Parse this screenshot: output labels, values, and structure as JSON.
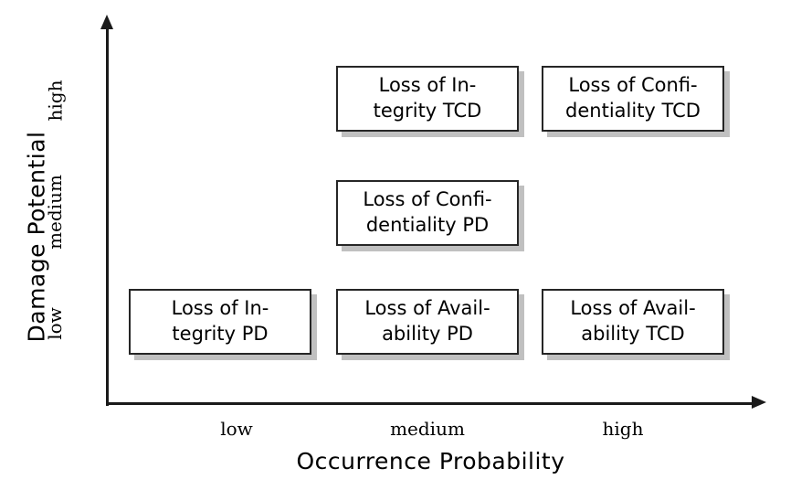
{
  "chart_data": {
    "type": "table",
    "title": "",
    "xlabel": "Occurrence Probability",
    "ylabel": "Damage Potential",
    "categories_x": [
      "low",
      "medium",
      "high"
    ],
    "categories_y": [
      "low",
      "medium",
      "high"
    ],
    "grid": false,
    "legend": "none",
    "cells": [
      {
        "x": "medium",
        "y": "high",
        "line1": "Loss of In-",
        "line2": "tegrity TCD"
      },
      {
        "x": "high",
        "y": "high",
        "line1": "Loss of Confi-",
        "line2": "dentiality TCD"
      },
      {
        "x": "medium",
        "y": "medium",
        "line1": "Loss of Confi-",
        "line2": "dentiality PD"
      },
      {
        "x": "low",
        "y": "low",
        "line1": "Loss of In-",
        "line2": "tegrity PD"
      },
      {
        "x": "medium",
        "y": "low",
        "line1": "Loss of Avail-",
        "line2": "ability PD"
      },
      {
        "x": "high",
        "y": "low",
        "line1": "Loss of Avail-",
        "line2": "ability TCD"
      }
    ]
  },
  "axes": {
    "y": {
      "title": "Damage Potential",
      "ticks": {
        "high": "high",
        "medium": "medium",
        "low": "low"
      }
    },
    "x": {
      "title": "Occurrence Probability",
      "ticks": {
        "low": "low",
        "medium": "medium",
        "high": "high"
      }
    }
  },
  "colors": {
    "axis": "#1a1a1a",
    "box_border": "#262626",
    "box_fill": "#ffffff",
    "box_shadow": "#c0c0c0",
    "background": "#ffffff",
    "text": "#000000"
  }
}
